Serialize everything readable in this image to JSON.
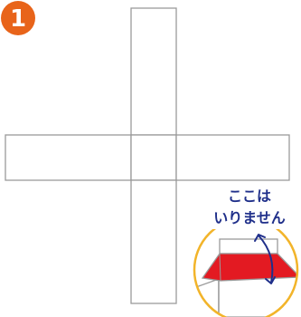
{
  "step": {
    "number": "1",
    "badge_color": "#e8641a"
  },
  "diagram": {
    "outline_color": "#9a9a9a",
    "fill_color": "#ffffff"
  },
  "callout": {
    "line1": "ここは",
    "line2": "いりません",
    "text_color": "#1f2f8a",
    "circle_color": "#f2b42a",
    "red_part_color": "#e31a22",
    "arrow_color": "#1f2f8a"
  }
}
